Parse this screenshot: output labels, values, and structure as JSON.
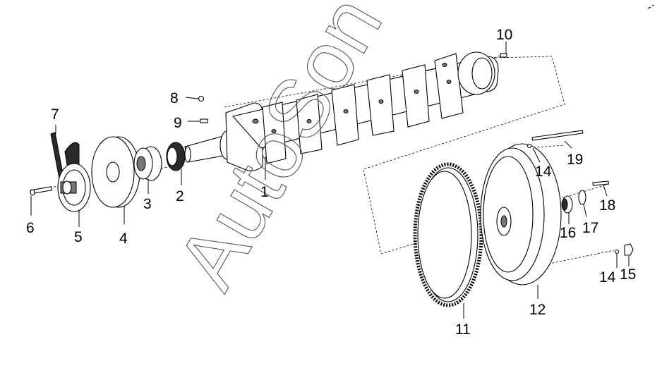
{
  "watermark": "AutoSon",
  "callouts": [
    {
      "id": "p1",
      "text": "1"
    },
    {
      "id": "p2",
      "text": "2"
    },
    {
      "id": "p3",
      "text": "3"
    },
    {
      "id": "p4",
      "text": "4"
    },
    {
      "id": "p5",
      "text": "5"
    },
    {
      "id": "p6",
      "text": "6"
    },
    {
      "id": "p7",
      "text": "7"
    },
    {
      "id": "p8",
      "text": "8"
    },
    {
      "id": "p9",
      "text": "9"
    },
    {
      "id": "p10",
      "text": "10"
    },
    {
      "id": "p11",
      "text": "11"
    },
    {
      "id": "p12",
      "text": "12"
    },
    {
      "id": "p14a",
      "text": "14"
    },
    {
      "id": "p14b",
      "text": "14"
    },
    {
      "id": "p15",
      "text": "15"
    },
    {
      "id": "p16",
      "text": "16"
    },
    {
      "id": "p17",
      "text": "17"
    },
    {
      "id": "p18",
      "text": "18"
    },
    {
      "id": "p19",
      "text": "19"
    }
  ]
}
